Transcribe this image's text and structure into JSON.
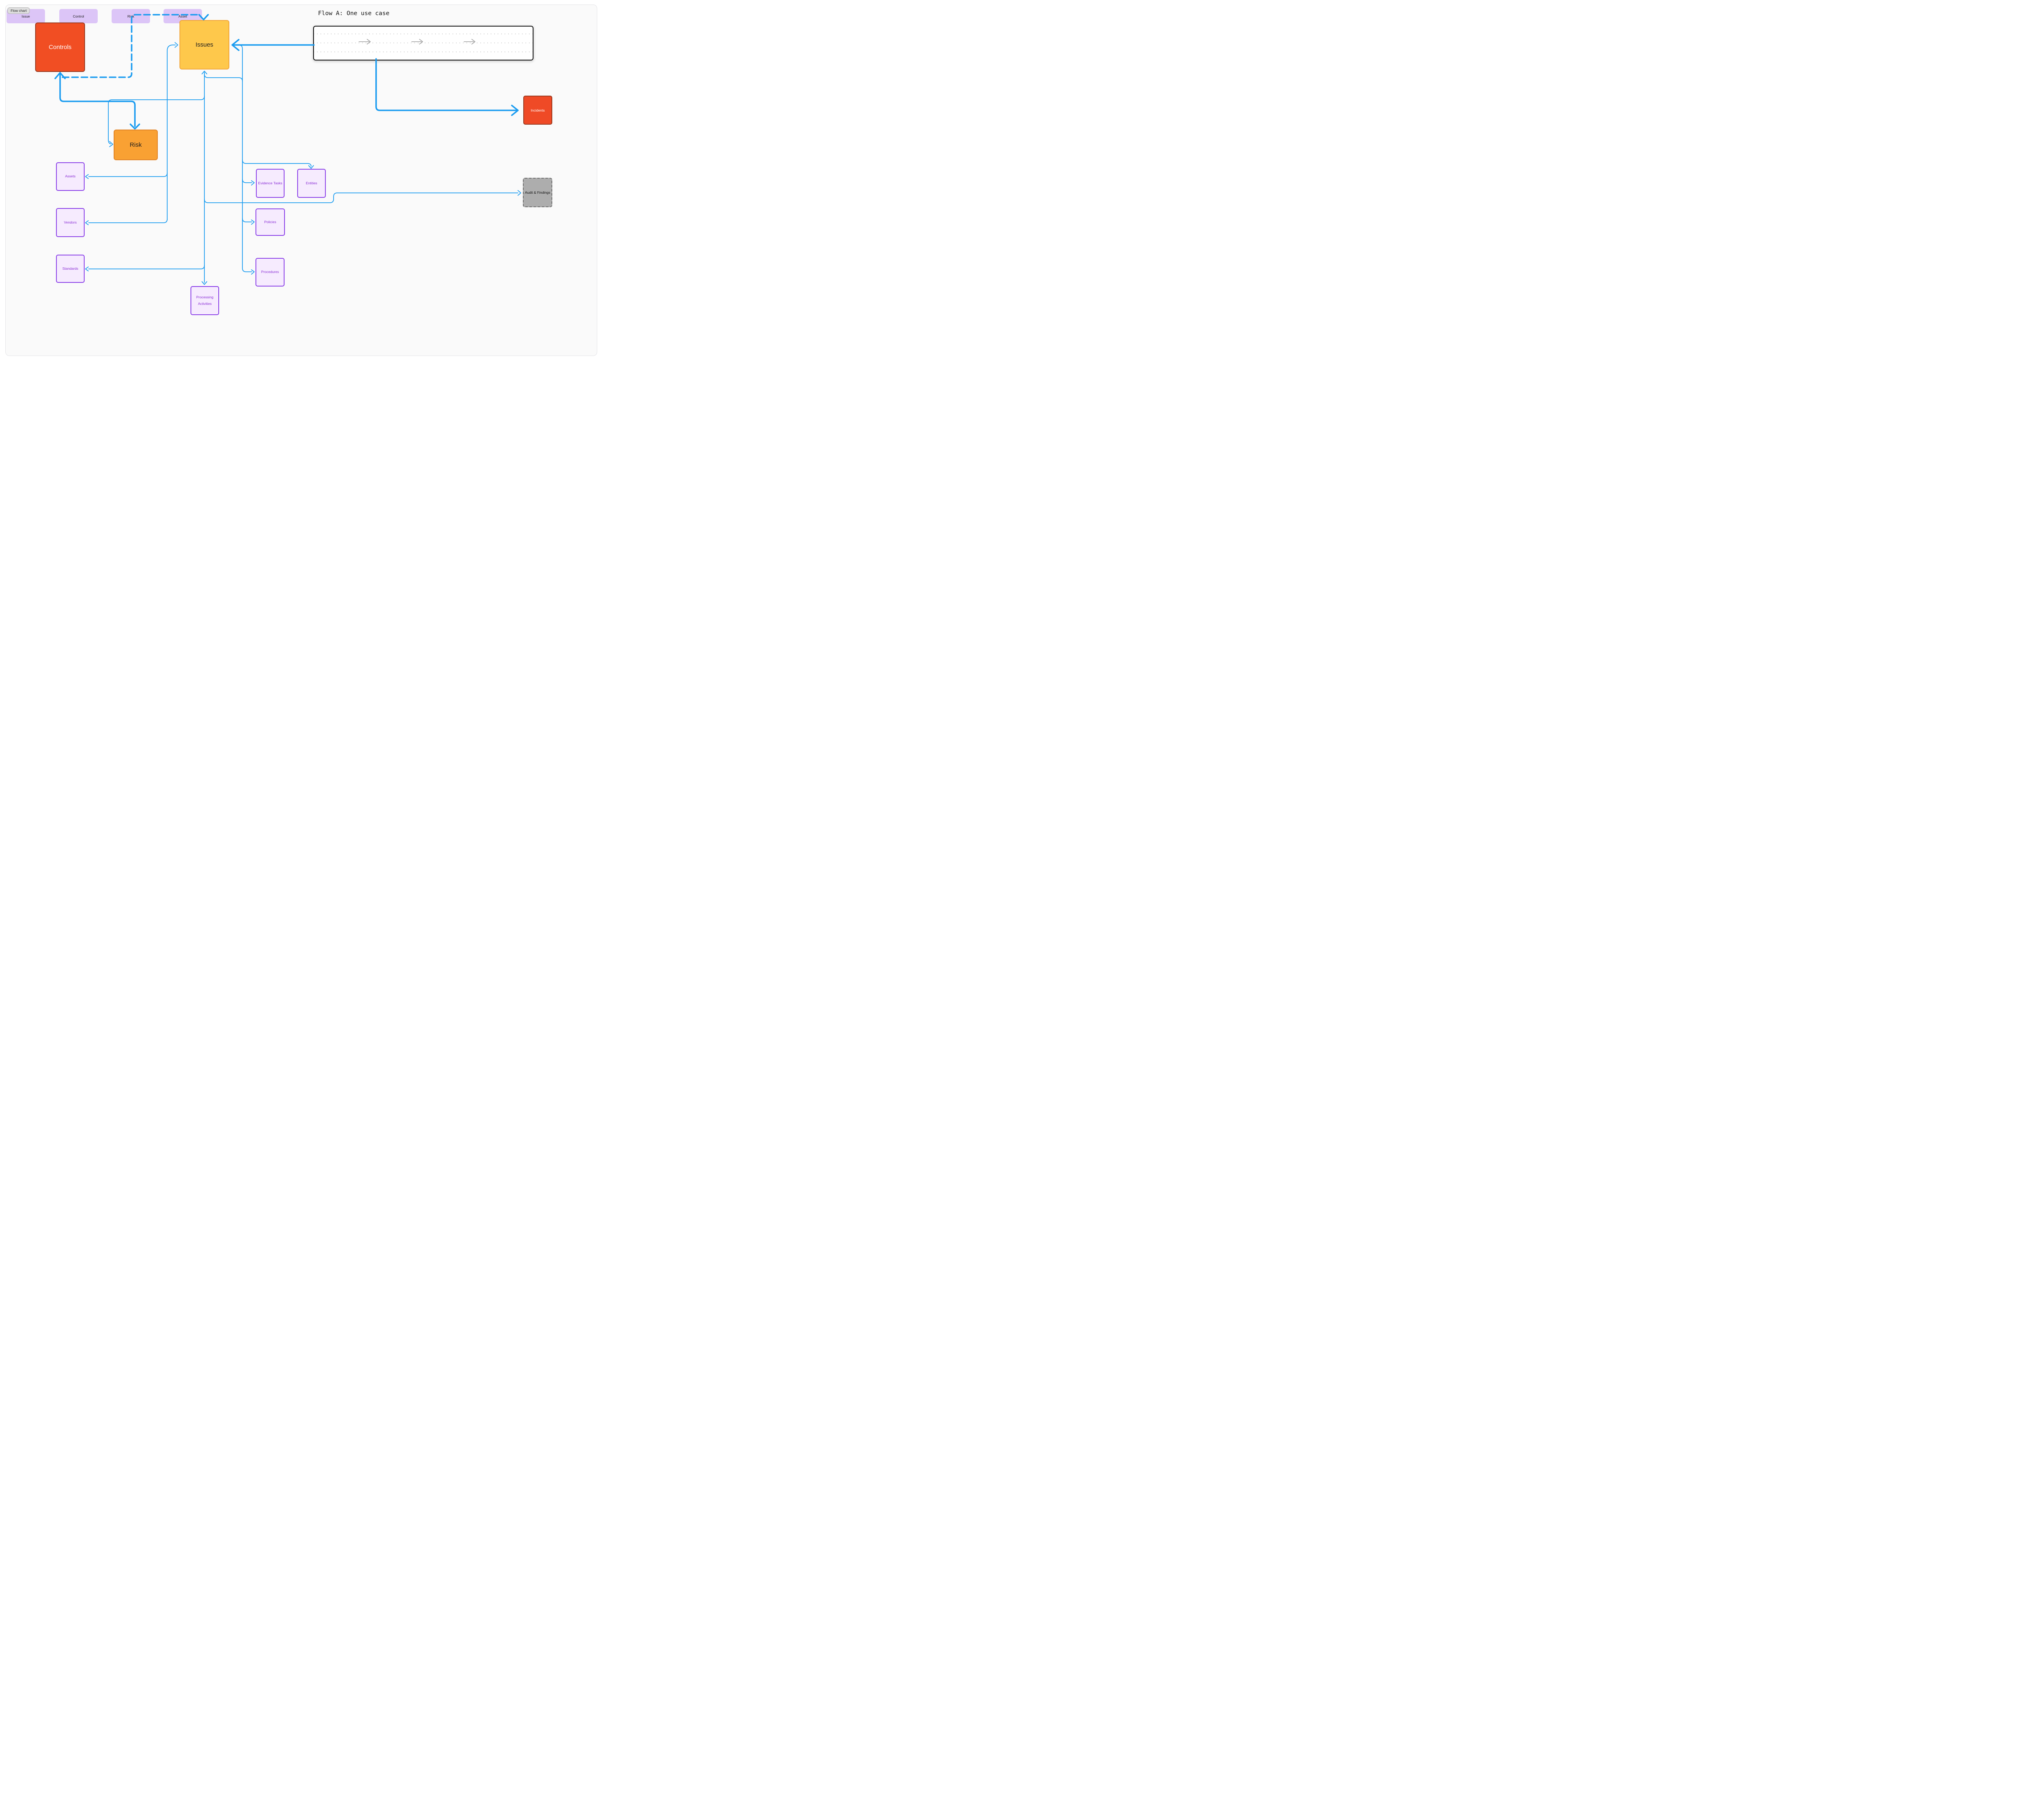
{
  "badge": {
    "label": "Flow chart"
  },
  "nodes": {
    "controls": "Controls",
    "issues": "Issues",
    "risk": "Risk",
    "incidents": "Incidents",
    "assets": "Assets",
    "vendors": "Vendors",
    "standards": "Standards",
    "evidence_tasks": "Evidence Tasks",
    "entities": "Entities",
    "policies": "Policies",
    "procedures": "Procedures",
    "processing_activities": "Processing Activities",
    "audit_findings": "Audit & Findings"
  },
  "frame": {
    "title": "Flow A: One use case",
    "steps": [
      "Issue",
      "Control",
      "Risk",
      "Asset"
    ]
  },
  "colors": {
    "arrow_blue": "#1b9cf0",
    "red_fill": "#f14e23",
    "red_border": "#9a3a20",
    "yellow_fill": "#fec84b",
    "yellow_border": "#f2a73b",
    "orange_fill": "#f9a133",
    "orange_border": "#e18426",
    "purple_fill": "#f6ebfe",
    "purple_border": "#8c42e8",
    "purple_text": "#8b2fd6",
    "frame_step_fill": "#dcc5f7",
    "gray_fill": "#adadad",
    "gray_border": "#6f6f6f",
    "frame_arrow_gray": "#9e9e9e",
    "canvas_bg": "#fafafa"
  }
}
